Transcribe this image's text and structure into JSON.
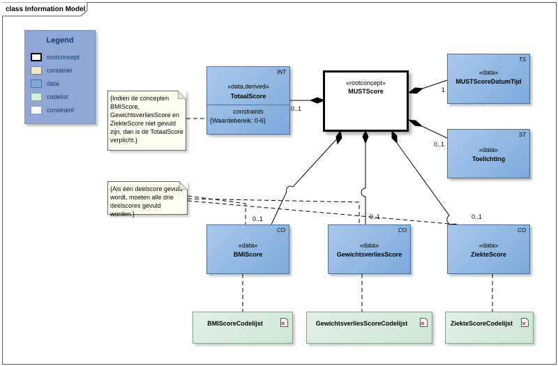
{
  "frame": {
    "title": "class Information Model"
  },
  "legend": {
    "title": "Legend",
    "items": [
      {
        "label": "rootconcept",
        "color": "#ffffff",
        "border": "#000000"
      },
      {
        "label": "container",
        "color": "#f4e4d4",
        "border": "#8a7a6a"
      },
      {
        "label": "data",
        "color": "#7ea9dc",
        "border": "#4a6e9a"
      },
      {
        "label": "codelist",
        "color": "#d6eddc",
        "border": "#7ea58a"
      },
      {
        "label": "constraint",
        "color": "#fbfbfd",
        "border": "#9a9aaa"
      }
    ]
  },
  "classes": {
    "root": {
      "stereotype": "«rootconcept»",
      "name": "MUSTScore"
    },
    "totaal": {
      "stereotype": "«data,derived»",
      "name": "TotaalScore",
      "tag": "INT",
      "constraints_label": "constraints",
      "constraint": "{Waardebereik: 0-6}"
    },
    "datumtijd": {
      "stereotype": "«data»",
      "name": "MUSTScoreDatumTijd",
      "tag": "TS"
    },
    "toelichting": {
      "stereotype": "«data»",
      "name": "Toelichting",
      "tag": "ST"
    },
    "bmi": {
      "stereotype": "«data»",
      "name": "BMIScore",
      "tag": "CO"
    },
    "gewicht": {
      "stereotype": "«data»",
      "name": "GewichtsverliesScore",
      "tag": "CO"
    },
    "ziekte": {
      "stereotype": "«data»",
      "name": "ZiekteScore",
      "tag": "CO"
    }
  },
  "codelists": {
    "bmi": "BMIScoreCodelijst",
    "gewicht": "GewichtsverliesScoreCodelijst",
    "ziekte": "ZiekteScoreCodelijst"
  },
  "notes": {
    "totaal_lines": [
      "{Indien de concepten",
      "BMIScore,",
      "GewichtsverliesScore en",
      "ZiekteScore niet gevuld",
      "zijn, dan is de TotaalScore",
      "verplicht.}"
    ],
    "deelscore_lines": [
      "{Als één deelscore gevuld",
      "wordt, moeten alle drie",
      "deelscores gevuld worden.}"
    ]
  },
  "multiplicities": {
    "totaal": "0..1",
    "datumtijd": "1",
    "toelichting": "0..1",
    "bmi": "0..1",
    "gewicht": "0..1",
    "ziekte": "0..1"
  }
}
